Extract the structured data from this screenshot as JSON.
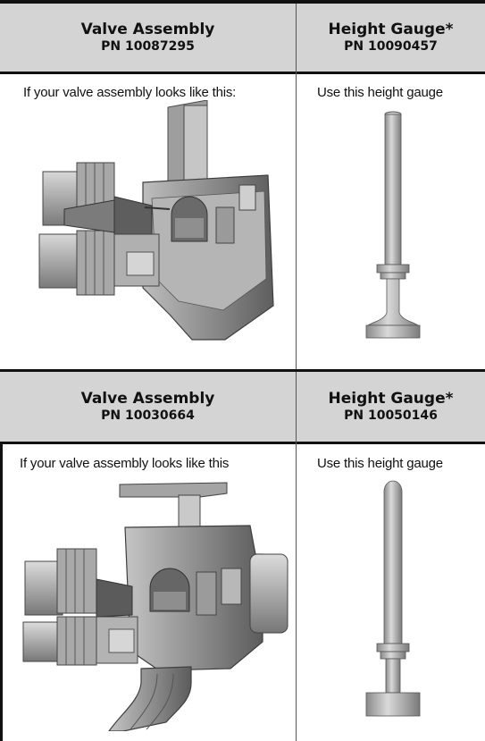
{
  "rows": [
    {
      "valve_header": {
        "title": "Valve Assembly",
        "pn": "PN 10087295"
      },
      "gauge_header": {
        "title": "Height Gauge*",
        "pn": "PN 10090457"
      },
      "valve_caption": "If your valve assembly looks like this:",
      "gauge_caption": "Use this height gauge",
      "valve_image": "valve-assembly-drawing",
      "gauge_image": "height-gauge-flat-top"
    },
    {
      "valve_header": {
        "title": "Valve Assembly",
        "pn": "PN 10030664"
      },
      "gauge_header": {
        "title": "Height Gauge*",
        "pn": "PN 10050146"
      },
      "valve_caption": "If your valve assembly looks like this",
      "gauge_caption": "Use this height gauge",
      "valve_image": "valve-assembly-with-elbow-drawing",
      "gauge_image": "height-gauge-round-top"
    }
  ]
}
